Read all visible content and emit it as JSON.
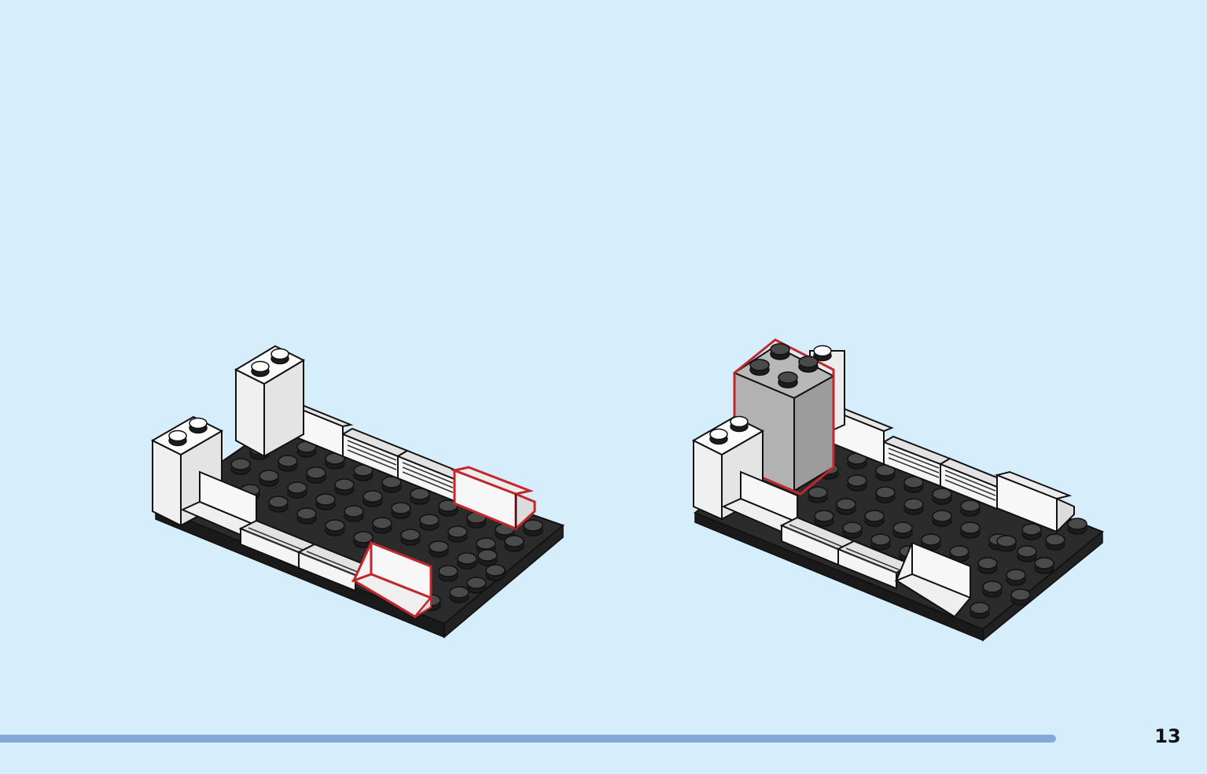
{
  "page": {
    "background_color": "#d6edfc",
    "page_number": "13"
  },
  "progress": {
    "fraction": 0.935,
    "color": "#86a8d8"
  },
  "steps": [
    {
      "name": "step-a",
      "highlight_color": "#c1272d",
      "new_parts": [
        "white-corner-tile-back",
        "white-corner-tile-front"
      ]
    },
    {
      "name": "step-b",
      "highlight_color": "#c1272d",
      "new_parts": [
        "gray-2x2-brick-tall"
      ]
    }
  ],
  "colors": {
    "baseplate": "#2b2b2b",
    "stud": "#3a3a3a",
    "white_part": "#f2f2f2",
    "gray_part": "#a9a9a9",
    "outline": "#111111"
  }
}
